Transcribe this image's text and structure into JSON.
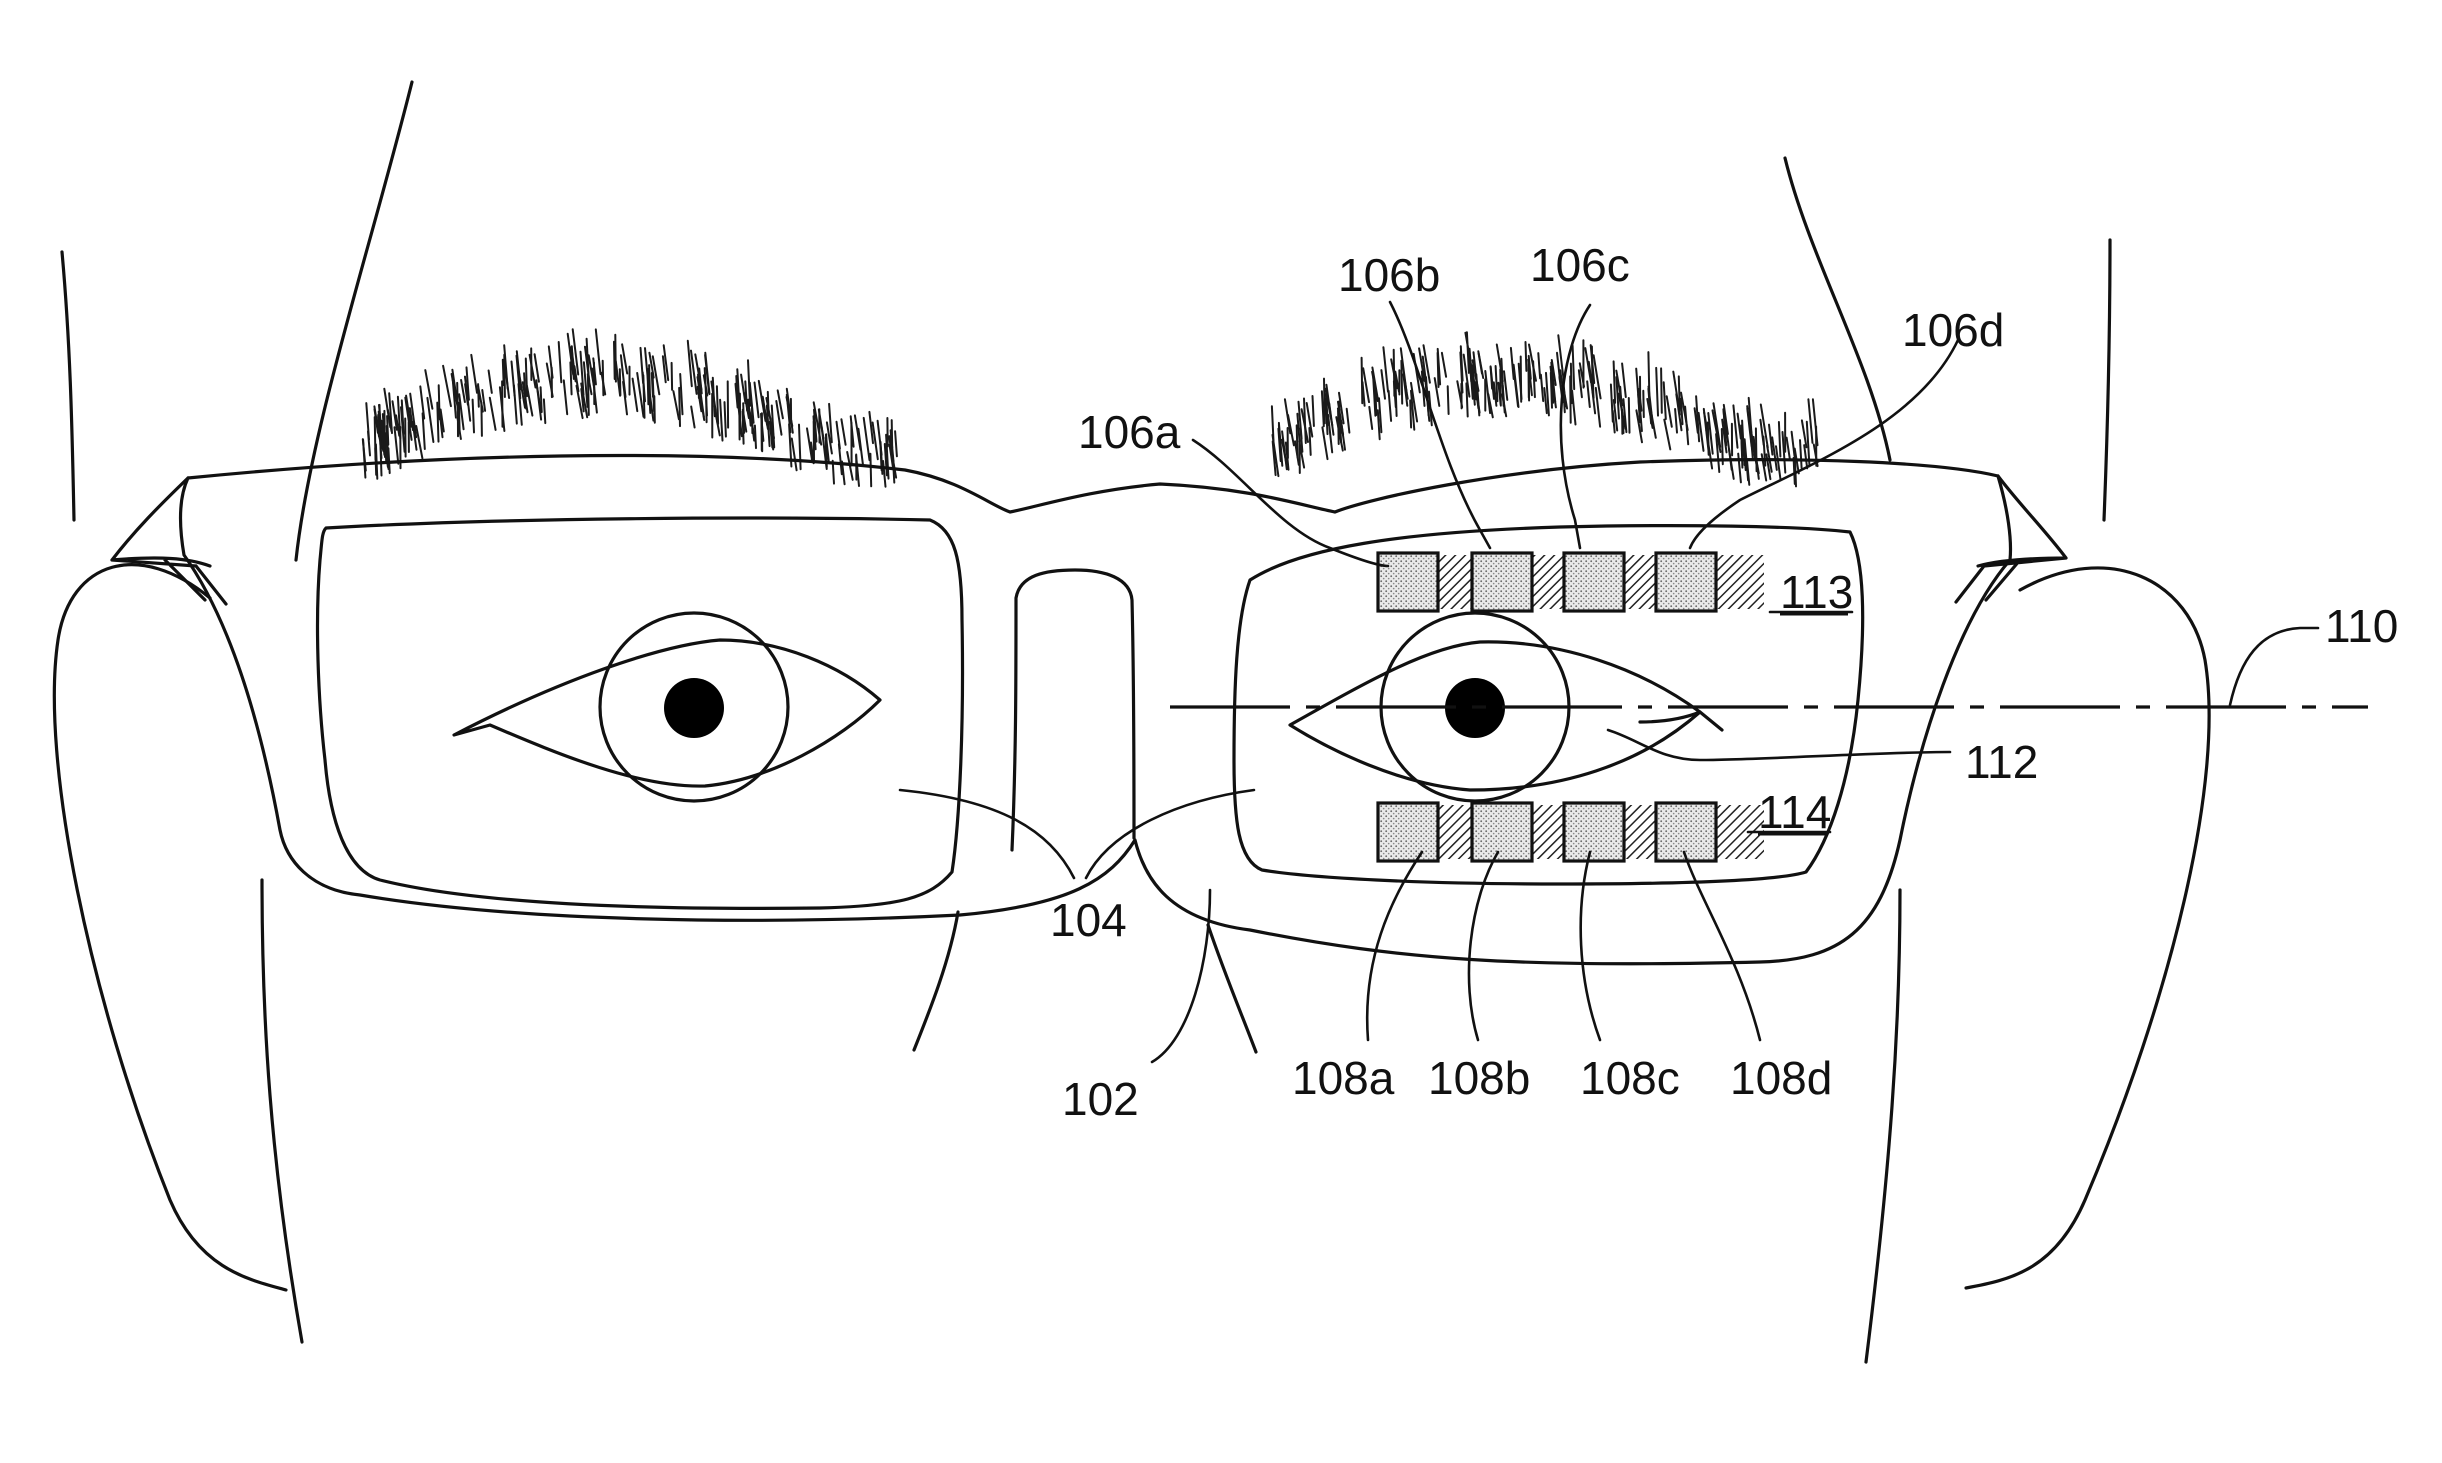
{
  "figure": {
    "labels": {
      "frame": "102",
      "lenses": "104",
      "axis": "110",
      "pupil": "112",
      "upper_array": "113",
      "lower_array": "114"
    },
    "upper_emitters": [
      {
        "label": "106a"
      },
      {
        "label": "106b"
      },
      {
        "label": "106c"
      },
      {
        "label": "106d"
      }
    ],
    "lower_detectors": [
      {
        "label": "108a"
      },
      {
        "label": "108b"
      },
      {
        "label": "108c"
      },
      {
        "label": "108d"
      }
    ]
  }
}
